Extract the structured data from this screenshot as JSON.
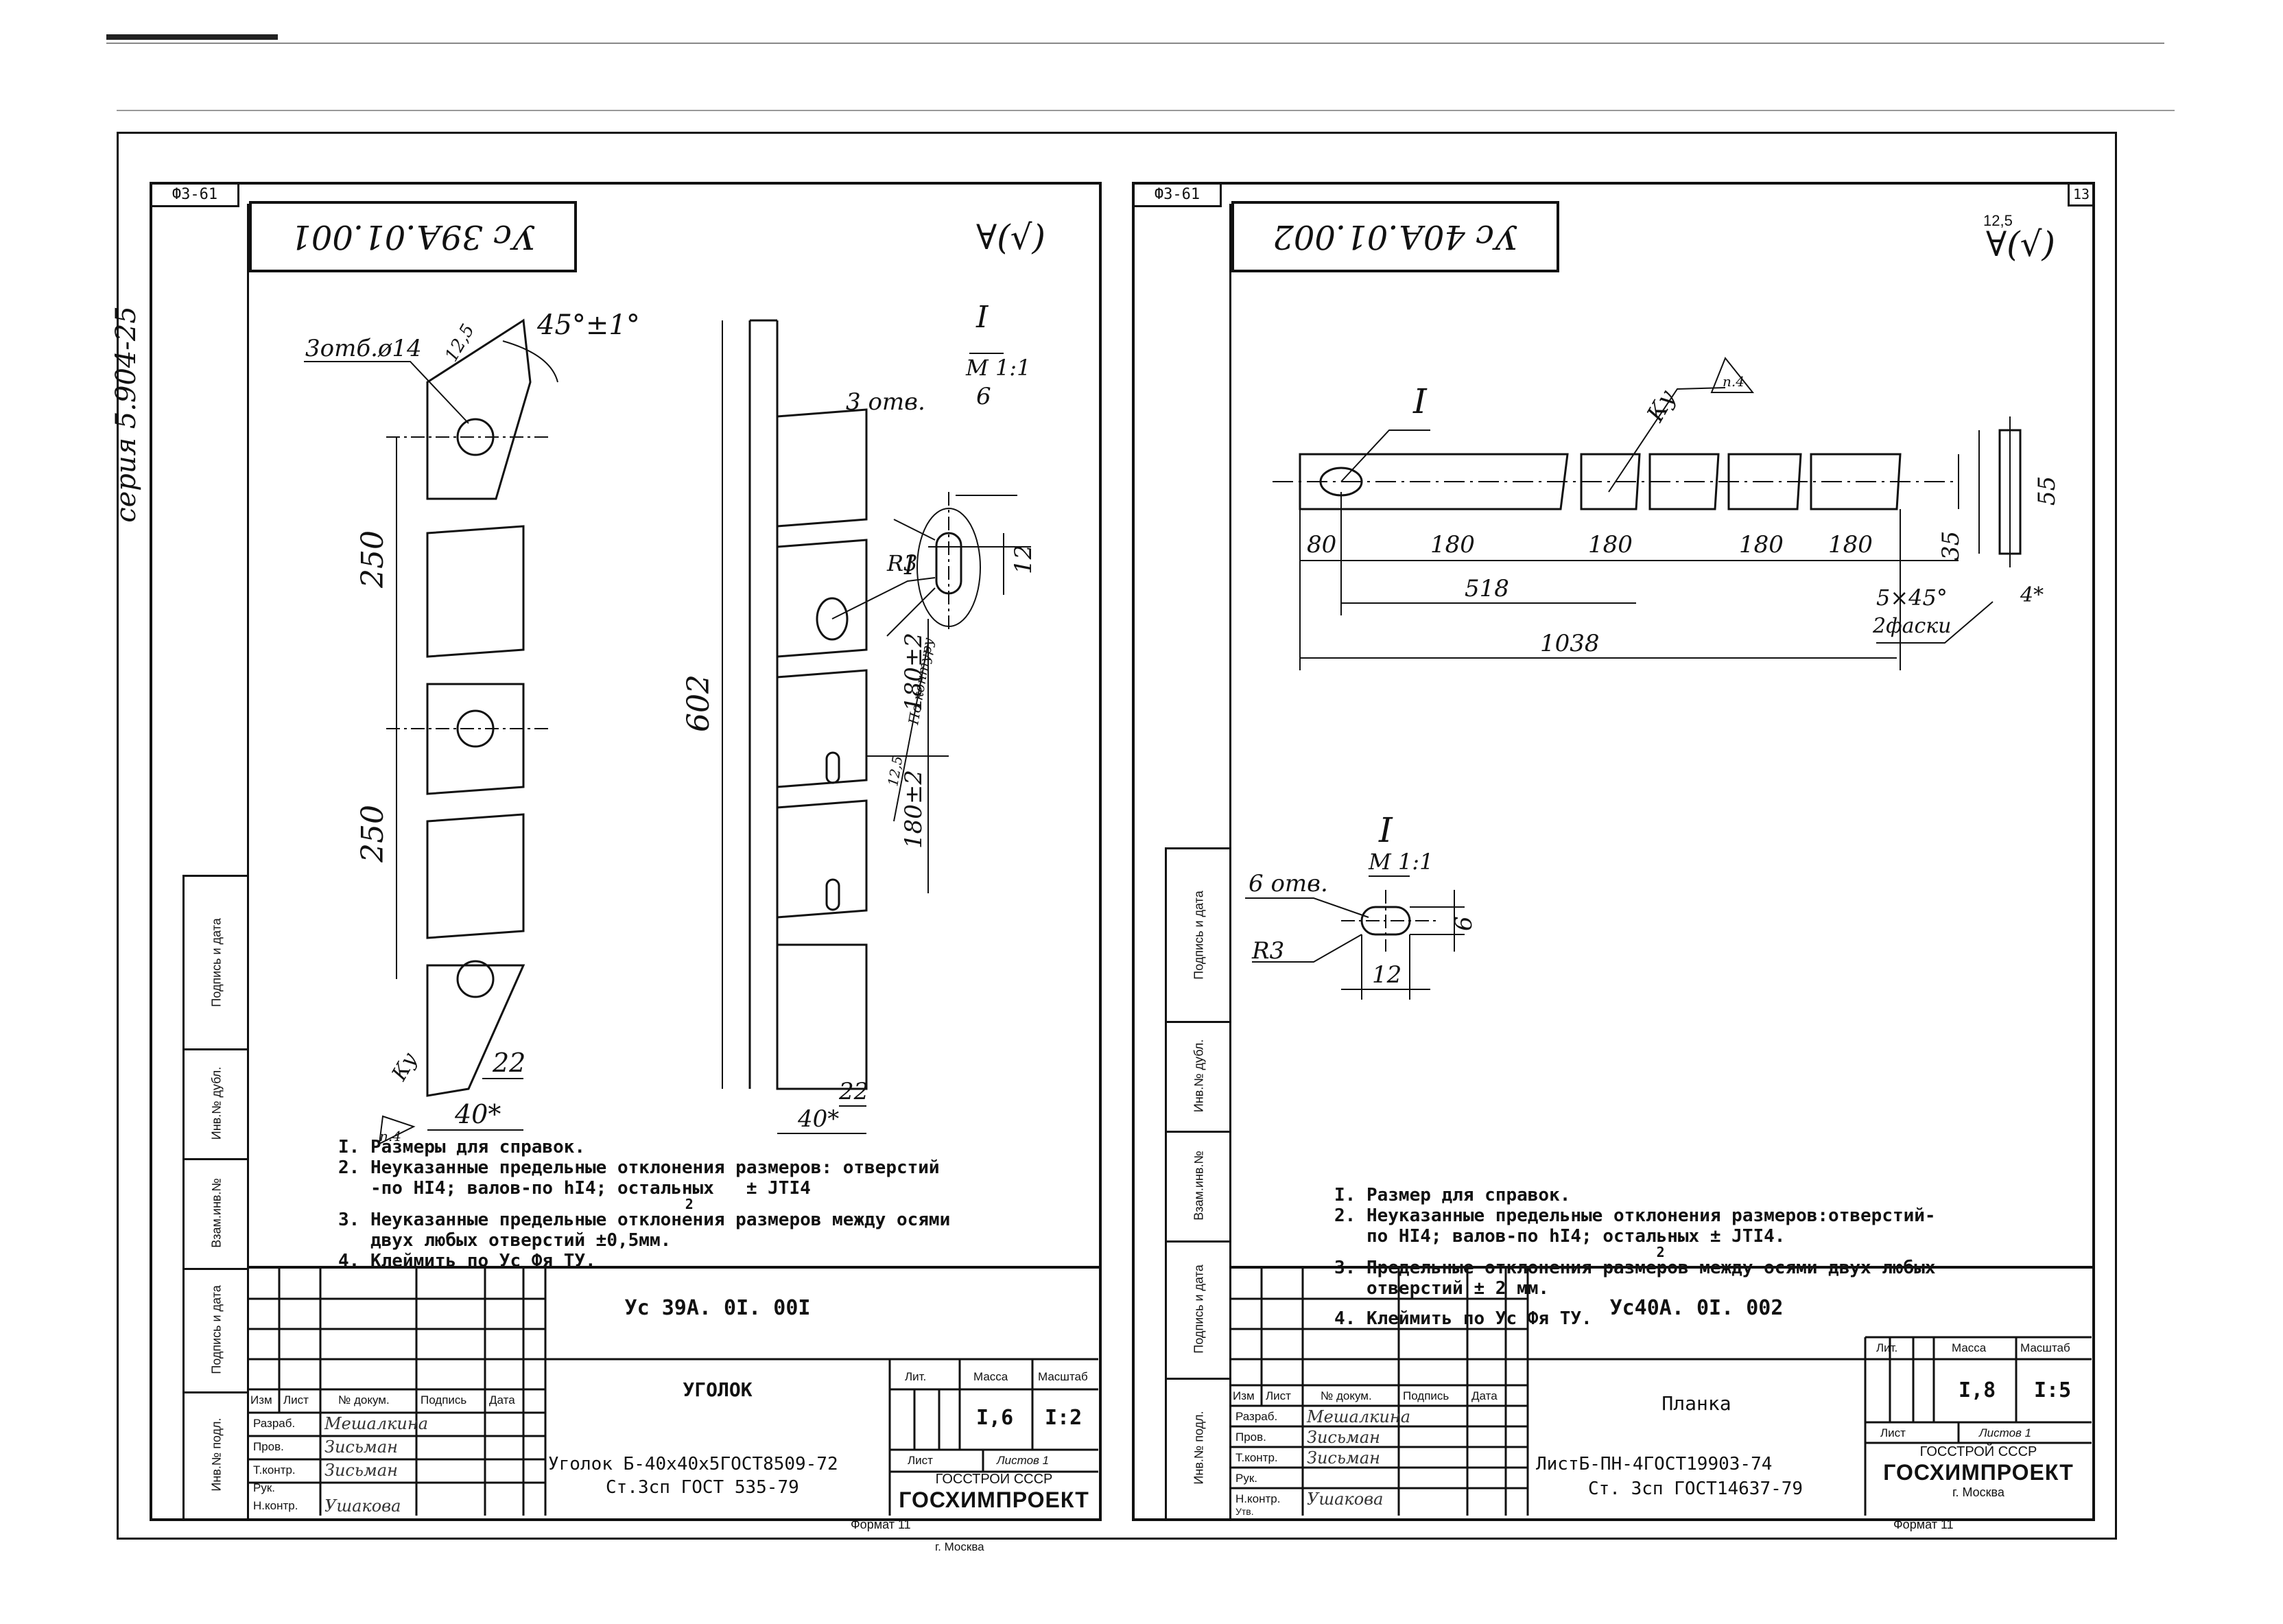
{
  "left_sheet": {
    "format_code": "ФЗ-61",
    "series": "серия 5.904-25",
    "mirror_code": "Ус 39А.01.001",
    "dims": {
      "holes": "3отб.ø14",
      "r125": "12,5",
      "angle": "45°±1°",
      "d250a": "250",
      "d250b": "250",
      "d22": "22",
      "d40": "40*",
      "ku": "Ку",
      "p4": "п.4",
      "view_i": "I",
      "scale": "М 1:1",
      "slots": "3 отв.",
      "d6": "6",
      "d12": "12",
      "r3": "R3",
      "contour": "По контуру",
      "r125b": "12,5",
      "d602": "602",
      "d180a": "180±2",
      "d180b": "180±2",
      "d22b": "22",
      "d40b": "40*",
      "leader_i": "I"
    },
    "notes": [
      "I. Размеры для справок.",
      "2. Неуказанные предельные отклонения размеров: отверстий",
      "   -по НI4; валов-по hI4; остальных   ± JTI4",
      "                                          2",
      "3. Неуказанные предельные отклонения размеров между осями",
      "   двух любых отверстий ±0,5мм.",
      "4. Клеймить по Ус Фя ТУ."
    ],
    "side_labels": [
      "Подпись и дата",
      "Инв.№ дубл.",
      "Взам.инв.№",
      "Подпись и дата",
      "Инв.№ подл."
    ],
    "title_block": {
      "designation": "Ус 39А. 0I. 00I",
      "name": "УГОЛОК",
      "material_1": "Уголок Б-40х40х5ГОСТ8509-72",
      "material_2": "Ст.3сп ГОСТ 535-79",
      "headers": {
        "izm": "Изм",
        "list": "Лист",
        "doc": "№ докум.",
        "sign": "Подпись",
        "date": "Дата"
      },
      "roles": [
        "Разраб.",
        "Пров.",
        "Т.контр.",
        "Рук.",
        "Н.контр."
      ],
      "people": [
        "Мешалкина",
        "Зисьман",
        "Зисьман",
        "",
        "Ушакова"
      ],
      "lit": "Лит.",
      "mass_h": "Масса",
      "scale_h": "Масштаб",
      "mass": "I,6",
      "scale": "I:2",
      "sheet": "Лист",
      "sheets": "Листов 1",
      "org1": "ГОССТРОЙ СССР",
      "org2": "ГОСХИМПРОЕКТ",
      "city": "г. Москва",
      "format": "Формат 11"
    }
  },
  "right_sheet": {
    "format_code": "ФЗ-61",
    "page_number": "13",
    "mirror_code": "Ус 40А.01.002",
    "surface": "12,5",
    "dims": {
      "view_i": "I",
      "ku": "Ку",
      "p4": "п.4",
      "d80": "80",
      "d180a": "180",
      "d180b": "180",
      "d180c": "180",
      "d180d": "180",
      "d518": "518",
      "d1038": "1038",
      "chamfer": "5×45°",
      "chamfer2": "2фаски",
      "d35": "35",
      "d55": "55",
      "d4": "4*",
      "detail_i": "I",
      "scale": "М 1:1",
      "holes": "6 отв.",
      "r3": "R3",
      "d12": "12",
      "d6": "6"
    },
    "notes": [
      "I. Размер для справок.",
      "2. Неуказанные предельные отклонения размеров:отверстий-",
      "   по НI4; валов-по hI4; остальных ± JTI4.",
      "                                       2",
      "3. Предельные отклонения размеров между осями двух любых",
      "   отверстий ± 2 мм.",
      "4. Клеймить по Ус Фя ТУ."
    ],
    "side_labels": [
      "Подпись и дата",
      "Инв.№ дубл.",
      "Взам.инв.№",
      "Подпись и дата",
      "Инв.№ подл."
    ],
    "title_block": {
      "designation": "Ус40А. 0I. 002",
      "name": "Планка",
      "material_1": "ЛистБ-ПН-4ГОСТ19903-74",
      "material_2": "Ст. 3сп ГОСТ14637-79",
      "headers": {
        "izm": "Изм",
        "list": "Лист",
        "doc": "№ докум.",
        "sign": "Подпись",
        "date": "Дата"
      },
      "roles": [
        "Разраб.",
        "Пров.",
        "Т.контр.",
        "Рук.",
        "Н.контр.",
        "Утв."
      ],
      "people": [
        "Мешалкина",
        "Зисьман",
        "Зисьман",
        "",
        "Ушакова",
        ""
      ],
      "lit": "Лит.",
      "mass_h": "Масса",
      "scale_h": "Масштаб",
      "mass": "I,8",
      "scale": "I:5",
      "sheet": "Лист",
      "sheets": "Листов 1",
      "org1": "ГОССТРОЙ СССР",
      "org2": "ГОСХИМПРОЕКТ",
      "city": "г. Москва",
      "format": "Формат 11"
    }
  }
}
